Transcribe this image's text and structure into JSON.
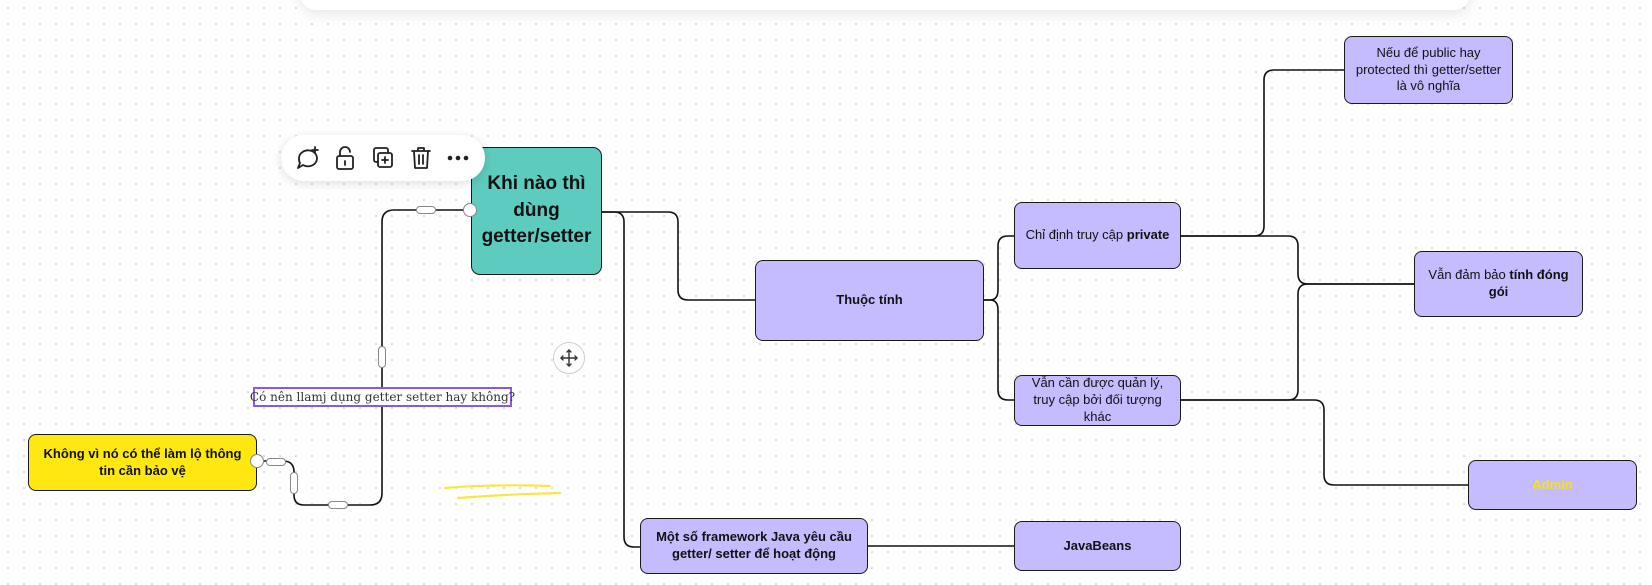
{
  "diagram": {
    "center_topic": "Khi nào thì dùng getter/setter",
    "question_label": "Có nên llamj dụng getter setter hay không?",
    "answer_no": "Không vì nó có thể làm lộ thông tin cần bảo vệ",
    "branch_attributes": "Thuộc tính",
    "branch_private_prefix": "Chỉ định truy cập ",
    "branch_private_bold": "private",
    "branch_managed": "Vẫn cần được quản lý, truy cập bởi đối tượng khác",
    "leaf_public": "Nếu để public hay protected thì getter/setter là vô nghĩa",
    "leaf_encapsulation_prefix": "Vẫn đảm bảo ",
    "leaf_encapsulation_bold": "tính đóng gói",
    "leaf_admin": "Admin",
    "branch_frameworks": "Một số framework Java yêu cầu getter/ setter để hoạt động",
    "leaf_javabeans": "JavaBeans"
  },
  "toolbar": {
    "icons": [
      "add-comment-icon",
      "unlock-icon",
      "duplicate-icon",
      "trash-icon",
      "more-icon"
    ]
  },
  "colors": {
    "center_fill": "#5dcbbd",
    "node_fill": "#c5bcff",
    "answer_fill": "#ffe812",
    "label_border": "#8a55f0",
    "admin_text": "#f5e21a"
  }
}
